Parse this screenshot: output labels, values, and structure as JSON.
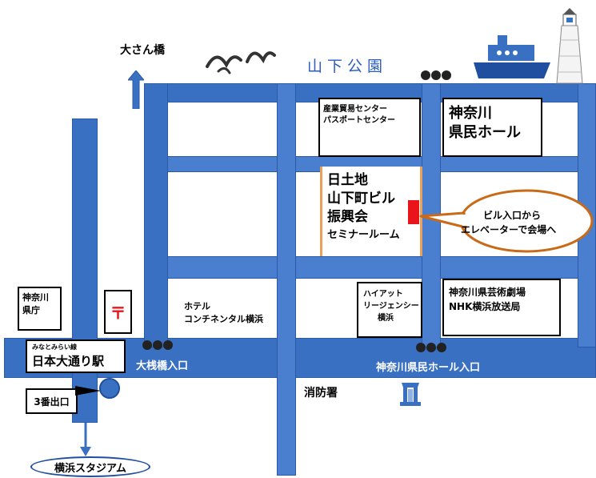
{
  "labels": {
    "osanbashi": "大さん橋",
    "yamashita_park": "山下公園",
    "trade_center_1": "産業貿易センター",
    "trade_center_2": "パスポートセンター",
    "kenmin_hall_1": "神奈川",
    "kenmin_hall_2": "県民ホール",
    "venue_1": "日土地",
    "venue_2": "山下町ビル",
    "venue_3": "振興会",
    "venue_4": "セミナールーム",
    "callout_1": "ビル入口から",
    "callout_2": "エレベーターで会場へ",
    "pref_office_1": "神奈川",
    "pref_office_2": "県庁",
    "hotel_1": "ホテル",
    "hotel_2": "コンチネンタル横浜",
    "hyatt_1": "ハイアット",
    "hyatt_2": "リージェンシー",
    "hyatt_3": "横浜",
    "arts_1": "神奈川県芸術劇場",
    "arts_2": "NHK横浜放送局",
    "station_small": "みなとみらい線",
    "station_name": "日本大通り駅",
    "osanbashi_entrance": "大桟橋入口",
    "kenmin_hall_entrance": "神奈川県民ホール入口",
    "fire_station": "消防署",
    "exit_3": "3番出口",
    "stadium": "横浜スタジアム",
    "post_mark": "〒"
  },
  "colors": {
    "road": "#3a70c2",
    "venue_border": "#e8a05a",
    "callout_border": "#c86a18",
    "entrance_marker": "#e8151b",
    "post_mark": "#e8151b",
    "park_text": "#2a5bbf"
  }
}
